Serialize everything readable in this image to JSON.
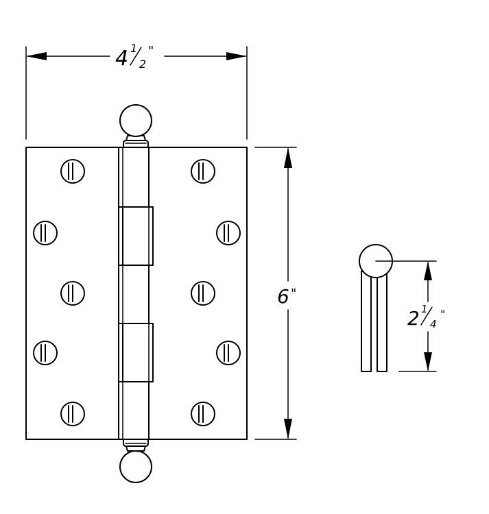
{
  "dimensions": {
    "width": {
      "whole": "4",
      "num": "1",
      "den": "2",
      "unit": "\""
    },
    "height": {
      "whole": "6",
      "unit": "\""
    },
    "knuckle_depth": {
      "whole": "2",
      "num": "1",
      "den": "4",
      "unit": "\""
    }
  },
  "hinge": {
    "screw_holes_per_leaf": 5,
    "knuckles": 5,
    "tip_style": "ball"
  },
  "colors": {
    "line": "#000000",
    "background": "#ffffff"
  }
}
